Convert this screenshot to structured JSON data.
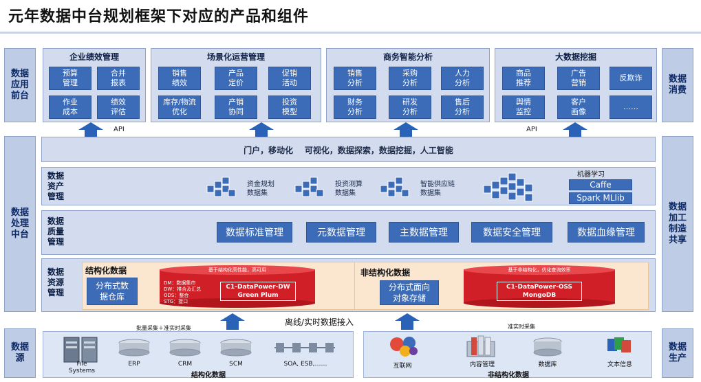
{
  "title": "元年数据中台规划框架下对应的产品和组件",
  "side_labels": {
    "app_front": "数据\n应用\n前台",
    "consume": "数据\n消费",
    "process_mid": "数据\n处理\n中台",
    "process_share": "数据\n加工\n制造\n共享",
    "source": "数据\n源",
    "produce": "数据\n生产"
  },
  "app_groups": [
    {
      "title": "企业绩效管理",
      "tiles": [
        "预算\n管理",
        "合并\n报表",
        "作业\n成本",
        "绩效\n评估"
      ]
    },
    {
      "title": "场景化运营管理",
      "tiles": [
        "销售\n绩效",
        "产品\n定价",
        "促销\n活动",
        "库存/物流\n优化",
        "产销\n协同",
        "投资\n模型"
      ]
    },
    {
      "title": "商务智能分析",
      "tiles": [
        "销售\n分析",
        "采购\n分析",
        "人力\n分析",
        "财务\n分析",
        "研发\n分析",
        "售后\n分析"
      ]
    },
    {
      "title": "大数据挖掘",
      "tiles": [
        "商品\n推荐",
        "广告\n营销",
        "反欺诈",
        "舆情\n监控",
        "客户\n画像",
        "……"
      ]
    }
  ],
  "api_labels": [
    "API",
    "API"
  ],
  "portal_bar": "门户，移动化    可视化，数据探索，数据挖掘，人工智能",
  "asset": {
    "label": "数据\n资产\n管理",
    "datasets": [
      "资金规划\n数据集",
      "投资测算\n数据集",
      "智能供应链\n数据集"
    ],
    "ml_title": "机器学习",
    "ml_items": [
      "Caffe",
      "Spark MLlib"
    ]
  },
  "quality": {
    "label": "数据\n质量\n管理",
    "items": [
      "数据标准管理",
      "元数据管理",
      "主数据管理",
      "数据安全管理",
      "数据血缘管理"
    ]
  },
  "resource": {
    "label": "数据\n资源\n管理",
    "structured": {
      "title": "结构化数据",
      "tile": "分布式数\n据仓库",
      "cyl_caption": "基于结构化高性能，高可用",
      "legend": "DM：数据集市\nDW：推合及汇总\nODS：整合\nSTG：接口",
      "chip": "C1-DataPower-DW\nGreen Plum"
    },
    "unstructured": {
      "title": "非结构化数据",
      "tile": "分布式面向\n对象存储",
      "cyl_caption": "基于非结构化，优化查询效率",
      "chip": "C1-DataPower-OSS\nMongoDB"
    }
  },
  "ingest": {
    "center": "离线/实时数据接入",
    "left_caption": "批量采集＋准实时采集",
    "right_caption": "准实时采集"
  },
  "sources_structured": {
    "items": [
      "File\nSystems",
      "ERP",
      "CRM",
      "SCM",
      "SOA, ESB,……"
    ],
    "footer": "结构化数据"
  },
  "sources_unstructured": {
    "items": [
      "互联网",
      "内容管理",
      "数据库",
      "文本信息"
    ],
    "footer": "非结构化数据"
  },
  "colors": {
    "tile_blue": "#3c6bb8",
    "panel_blue": "#d3dcee",
    "side_blue": "#bfcce5",
    "arrow_blue": "#2a62b8",
    "cylinder_red": "#d01f26",
    "resource_orange": "#fbe6cf"
  }
}
